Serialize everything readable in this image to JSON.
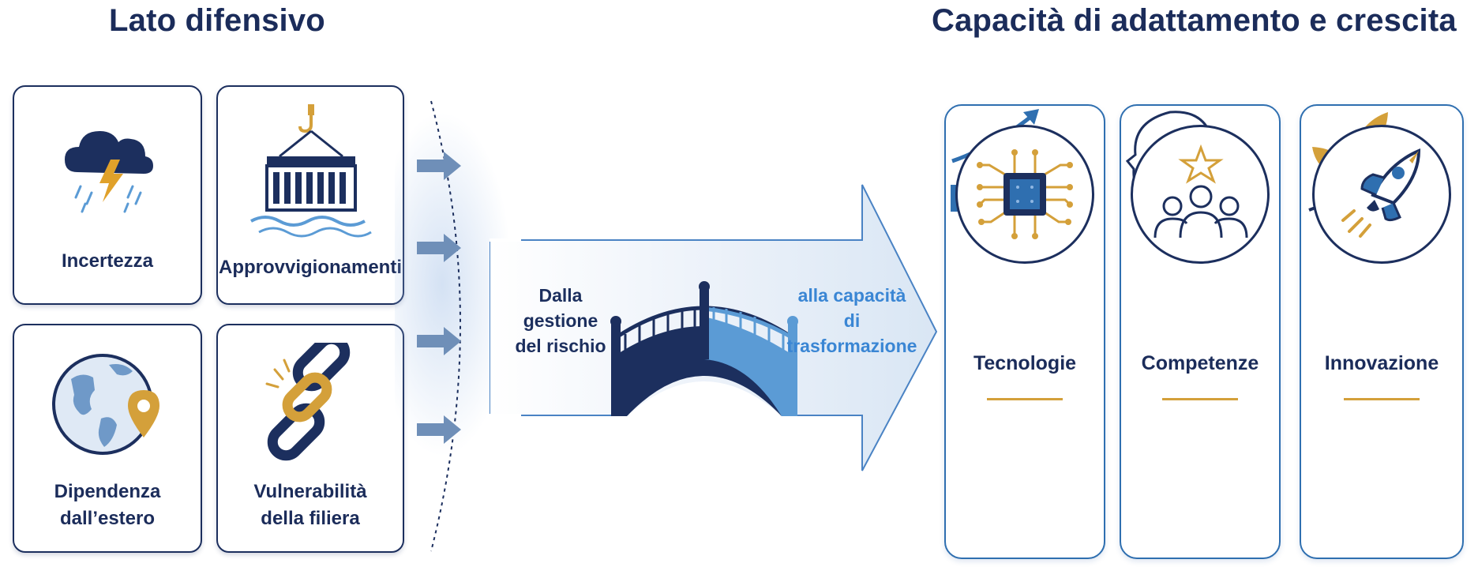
{
  "left_title": "Lato difensivo",
  "right_title": "Capacità di adattamento e crescita",
  "left_cards": [
    {
      "label": "Incertezza",
      "icon": "storm-cloud-icon"
    },
    {
      "label": "Approvvigionamenti",
      "icon": "container-crane-icon"
    },
    {
      "label": "Dipendenza\ndall’estero",
      "icon": "globe-pin-icon"
    },
    {
      "label": "Vulnerabilità\ndella filiera",
      "icon": "broken-chain-icon"
    }
  ],
  "bridge": {
    "left_text": "Dalla\ngestione\ndel rischio",
    "right_text": "alla capacità\ndi\ntrasformazione"
  },
  "right_panels": [
    {
      "label": "Tecnologie",
      "top_icon": "microchip-icon",
      "bottom_icon": "growth-chart-icon"
    },
    {
      "label": "Competenze",
      "top_icon": "team-star-icon",
      "bottom_icon": "head-lightbulb-icon"
    },
    {
      "label": "Innovazione",
      "top_icon": "rocket-icon",
      "bottom_icon": "sprout-icon"
    }
  ],
  "colors": {
    "navy": "#1c2f5e",
    "blue": "#2f6fb0",
    "light_blue": "#5b9bd5",
    "gold": "#d4a03a"
  }
}
